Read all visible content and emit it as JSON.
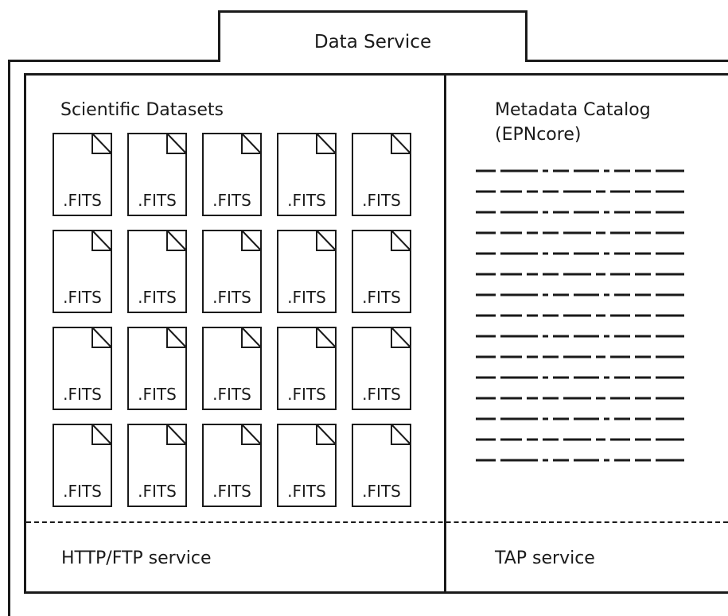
{
  "title": "Data Service",
  "left_panel": {
    "heading": "Scientific Datasets",
    "file_ext": ".FITS",
    "rows": 4,
    "cols": 5,
    "footer": "HTTP/FTP service"
  },
  "right_panel": {
    "heading_line1": "Metadata Catalog",
    "heading_line2": "(EPNcore)",
    "line_count": 15,
    "footer": "TAP service"
  }
}
